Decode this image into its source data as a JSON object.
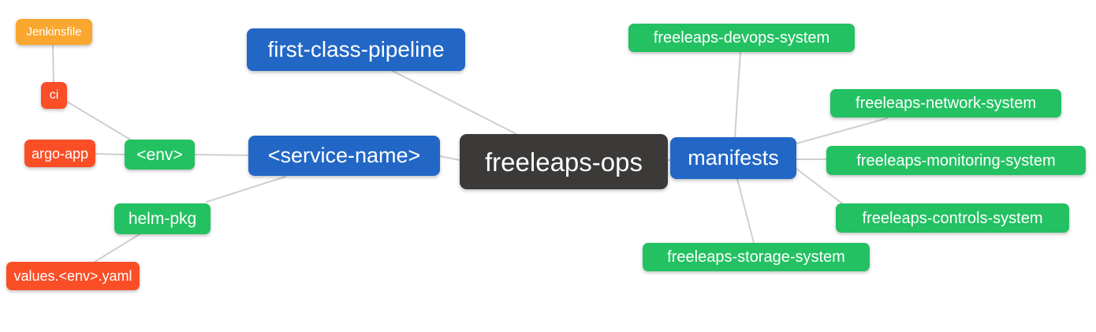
{
  "diagram": {
    "type": "mindmap",
    "title": "freeleaps-ops repository structure",
    "nodes": {
      "root": {
        "label": "freeleaps-ops",
        "role": "root"
      },
      "first_class_pipeline": {
        "label": "first-class-pipeline",
        "role": "branch-level-1"
      },
      "service_name": {
        "label": "<service-name>",
        "role": "branch-level-1"
      },
      "manifests": {
        "label": "manifests",
        "role": "branch-level-1"
      },
      "env": {
        "label": "<env>",
        "role": "branch-level-2"
      },
      "helm_pkg": {
        "label": "helm-pkg",
        "role": "branch-level-2"
      },
      "ci": {
        "label": "ci",
        "role": "branch-level-3"
      },
      "argo_app": {
        "label": "argo-app",
        "role": "branch-level-3"
      },
      "values_yaml": {
        "label": "values.<env>.yaml",
        "role": "branch-level-3"
      },
      "jenkinsfile": {
        "label": "Jenkinsfile",
        "role": "branch-level-4"
      },
      "devops": {
        "label": "freeleaps-devops-system",
        "role": "branch-level-2"
      },
      "network": {
        "label": "freeleaps-network-system",
        "role": "branch-level-2"
      },
      "monitoring": {
        "label": "freeleaps-monitoring-system",
        "role": "branch-level-2"
      },
      "controls": {
        "label": "freeleaps-controls-system",
        "role": "branch-level-2"
      },
      "storage": {
        "label": "freeleaps-storage-system",
        "role": "branch-level-2"
      }
    },
    "edges": [
      {
        "from": "jenkinsfile",
        "to": "ci"
      },
      {
        "from": "ci",
        "to": "env"
      },
      {
        "from": "argo_app",
        "to": "env"
      },
      {
        "from": "env",
        "to": "service_name"
      },
      {
        "from": "helm_pkg",
        "to": "service_name"
      },
      {
        "from": "values_yaml",
        "to": "helm_pkg"
      },
      {
        "from": "service_name",
        "to": "root"
      },
      {
        "from": "first_class_pipeline",
        "to": "root"
      },
      {
        "from": "manifests",
        "to": "root"
      },
      {
        "from": "devops",
        "to": "manifests"
      },
      {
        "from": "network",
        "to": "manifests"
      },
      {
        "from": "monitoring",
        "to": "manifests"
      },
      {
        "from": "controls",
        "to": "manifests"
      },
      {
        "from": "storage",
        "to": "manifests"
      }
    ]
  },
  "colors": {
    "root_bg": "#3b3a38",
    "level1_bg": "#2267c5",
    "level2_bg": "#23c162",
    "level3_bg": "#fa4e26",
    "level4_bg": "#f9a72e",
    "edge": "#cfcfcf",
    "node_text": "#ffffff",
    "canvas_bg": "#ffffff"
  }
}
